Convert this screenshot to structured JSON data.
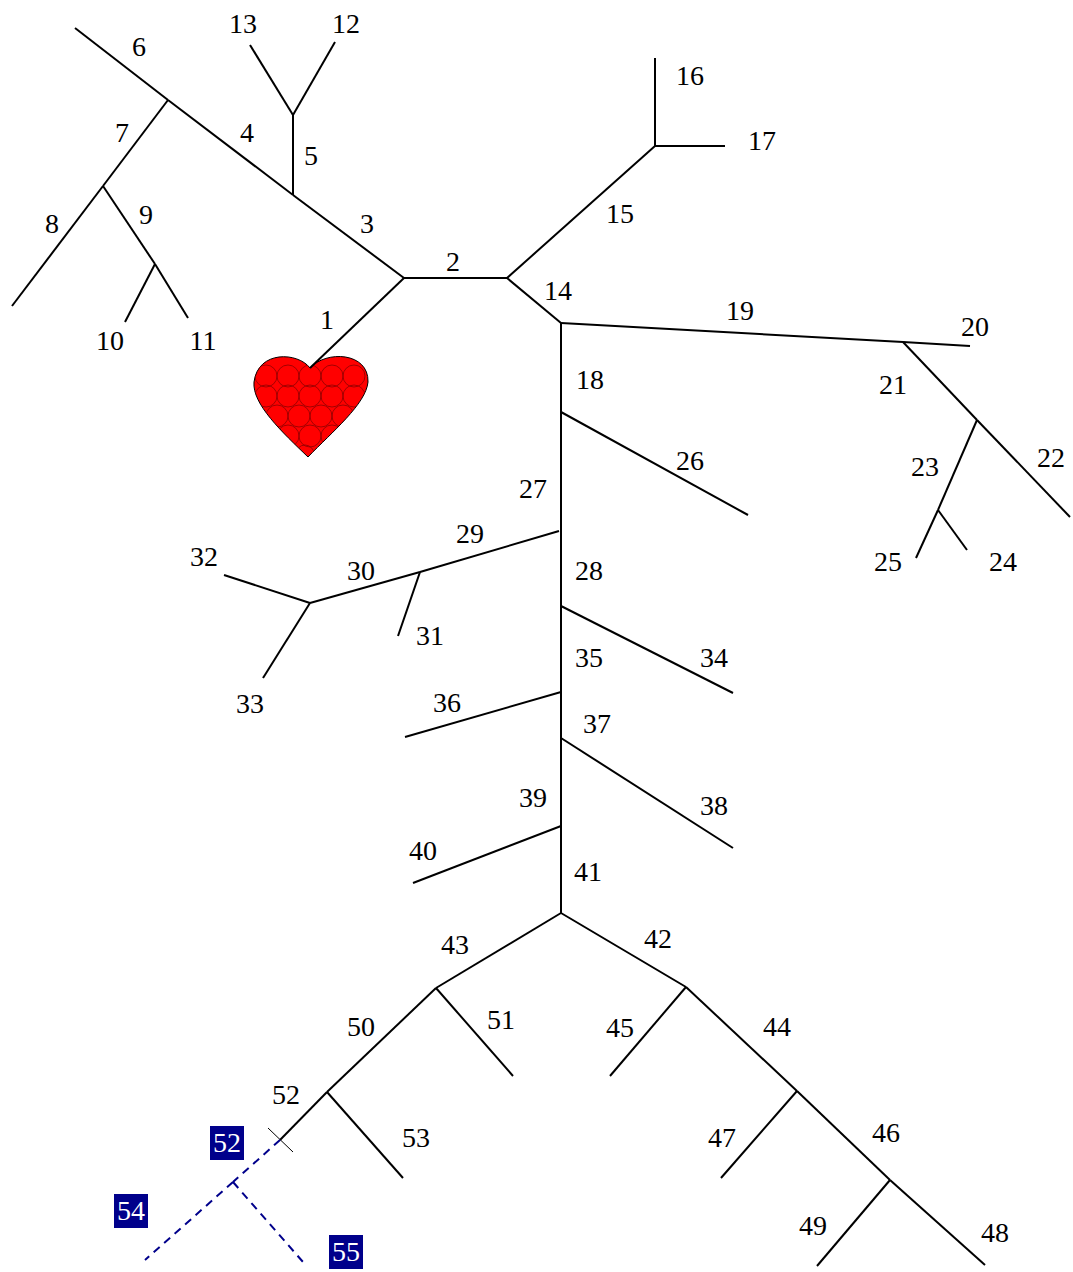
{
  "diagram": {
    "nodes": [
      {
        "text": [
          "52"
        ]
      },
      {
        "text": [
          "54"
        ]
      },
      {
        "text": [
          "55"
        ]
      }
    ],
    "labels": [
      "1",
      "2",
      "3",
      "4",
      "5",
      "6",
      "7",
      "8",
      "9",
      "10",
      "11",
      "12",
      "13",
      "14",
      "15",
      "16",
      "17",
      "18",
      "19",
      "20",
      "21",
      "22",
      "23",
      "24",
      "25",
      "26",
      "27",
      "28",
      "29",
      "30",
      "31",
      "32",
      "33",
      "34",
      "35",
      "36",
      "37",
      "38",
      "39",
      "40",
      "41",
      "42",
      "43",
      "44",
      "45",
      "46",
      "47",
      "48",
      "49",
      "50",
      "51",
      "52",
      "53"
    ]
  }
}
